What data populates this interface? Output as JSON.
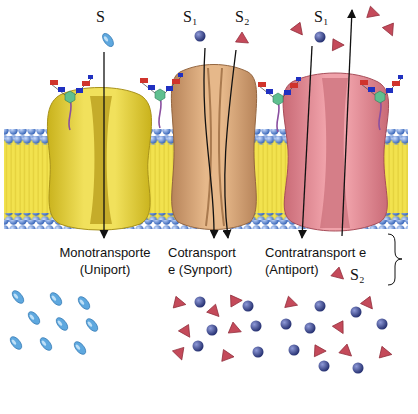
{
  "diagram": {
    "labels": [
      "S",
      "S₁",
      "S₂",
      "S₁",
      "S₂",
      "Monotransporte (Uniport)",
      "Cotransport e (Synport)",
      "Contratransport e (Antiport)"
    ]
  }
}
